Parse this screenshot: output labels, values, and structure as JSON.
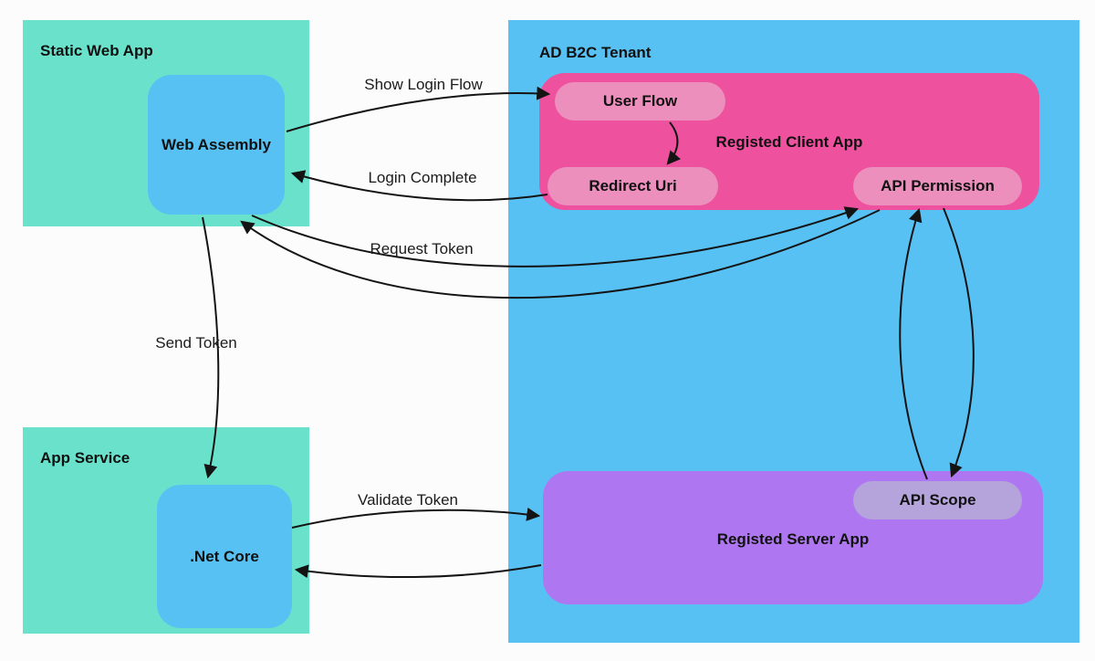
{
  "colors": {
    "canvas_bg": "#fcfcfc",
    "group_green": "#6ae2cb",
    "node_blue": "#57c1f4",
    "tenant_blue": "#57c1f4",
    "client_pink": "#ee519e",
    "pill_pink": "#ec8fbc",
    "server_purple": "#ae77f1",
    "pill_purple": "#b5a3dc",
    "arrow": "#141414",
    "text": "#111111"
  },
  "groups": {
    "static_web_app": {
      "title": "Static Web App"
    },
    "ad_b2c_tenant": {
      "title": "AD B2C Tenant"
    },
    "app_service": {
      "title": "App Service"
    },
    "registed_client_app": {
      "title": "Registed Client App"
    },
    "registed_server_app": {
      "title": "Registed Server App"
    }
  },
  "nodes": {
    "web_assembly": {
      "label": "Web Assembly"
    },
    "net_core": {
      "label": ".Net Core"
    },
    "user_flow": {
      "label": "User Flow"
    },
    "redirect_uri": {
      "label": "Redirect Uri"
    },
    "api_permission": {
      "label": "API Permission"
    },
    "api_scope": {
      "label": "API Scope"
    }
  },
  "arrows": {
    "show_login_flow": {
      "label": "Show Login Flow",
      "from": "Web Assembly",
      "to": "User Flow"
    },
    "login_complete": {
      "label": "Login Complete",
      "from": "Redirect Uri",
      "to": "Web Assembly"
    },
    "request_token": {
      "label": "Request Token",
      "from": "Web Assembly",
      "to": "API Permission"
    },
    "request_token_return": {
      "label": "",
      "from": "API Permission",
      "to": "Web Assembly"
    },
    "send_token": {
      "label": "Send Token",
      "from": "Web Assembly",
      "to": ".Net Core"
    },
    "validate_token": {
      "label": "Validate Token",
      "from": ".Net Core",
      "to": "Registed Server App"
    },
    "validate_token_return": {
      "label": "",
      "from": "Registed Server App",
      "to": ".Net Core"
    },
    "user_flow_to_redirect_uri": {
      "label": "",
      "from": "User Flow",
      "to": "Redirect Uri"
    },
    "api_scope_to_api_permission": {
      "label": "",
      "from": "API Scope",
      "to": "API Permission"
    },
    "api_permission_to_api_scope": {
      "label": "",
      "from": "API Permission",
      "to": "API Scope"
    }
  }
}
